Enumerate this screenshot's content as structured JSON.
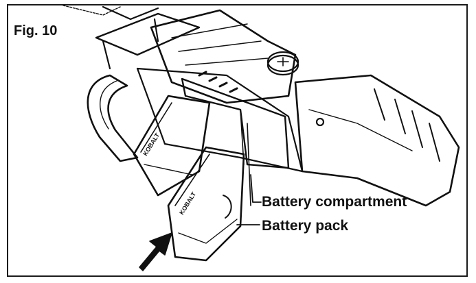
{
  "figure": {
    "label": "Fig. 10"
  },
  "callouts": {
    "compartment": "Battery compartment",
    "pack": "Battery pack"
  },
  "battery_brand_marks": [
    "KOBALT",
    "KOBALT"
  ],
  "colors": {
    "line": "#111111",
    "frame": "#1a1a1a",
    "background": "#ffffff"
  }
}
